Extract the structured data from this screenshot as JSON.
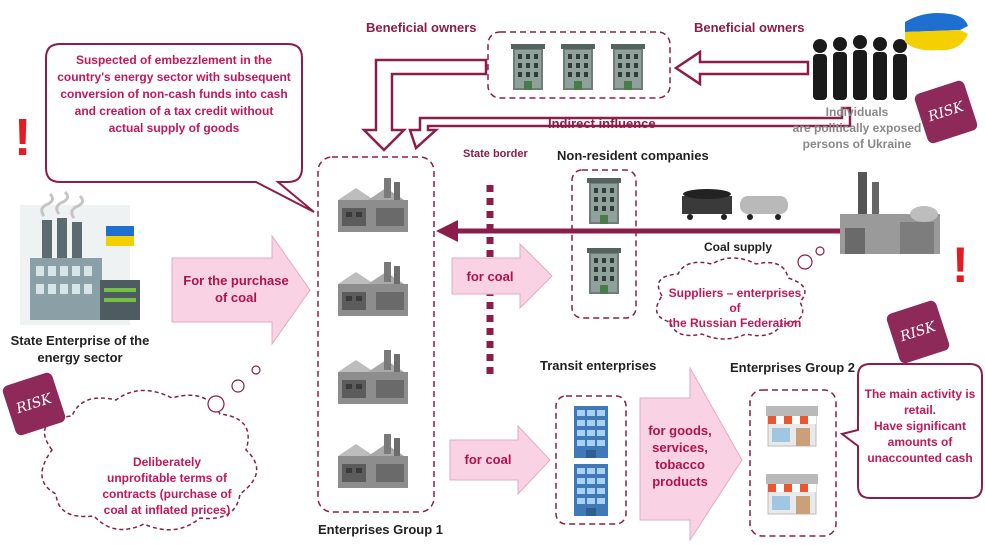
{
  "labels": {
    "beneficial_owners_left": "Beneficial owners",
    "beneficial_owners_right": "Beneficial owners",
    "indirect_influence": "Indirect influence",
    "individuals": "Individuals\nare politically exposed\npersons of Ukraine",
    "state_border": "State border",
    "non_resident_companies": "Non-resident companies",
    "coal_supply": "Coal supply",
    "suppliers": "Suppliers – enterprises of\nthe Russian Federation",
    "state_enterprise": "State Enterprise of the\nenergy sector",
    "for_purchase_of_coal": "For the purchase\nof coal",
    "for_coal_top": "for coal",
    "for_coal_bottom": "for coal",
    "transit_enterprises": "Transit enterprises",
    "for_goods": "for goods,\nservices,\ntobacco\nproducts",
    "enterprises_group_1": "Enterprises Group 1",
    "enterprises_group_2": "Enterprises Group 2",
    "embezzlement_note": "Suspected of embezzlement in the\ncountry's energy sector with subsequent\nconversion of non-cash funds into cash\nand creation of a tax credit without\nactual supply of goods",
    "unprofitable_note": "Deliberately\nunprofitable terms of\ncontracts (purchase of\ncoal at inflated prices)",
    "retail_note": "The main activity is\nretail.\nHave significant\namounts of\nunaccounted cash",
    "risk": "RISK",
    "exclamation": "!"
  },
  "colors": {
    "maroon": "#8b1d4a",
    "pink_fill": "#f9d3e3",
    "note_text": "#c2185b",
    "risk_puzzle": "#8e2a5a"
  }
}
